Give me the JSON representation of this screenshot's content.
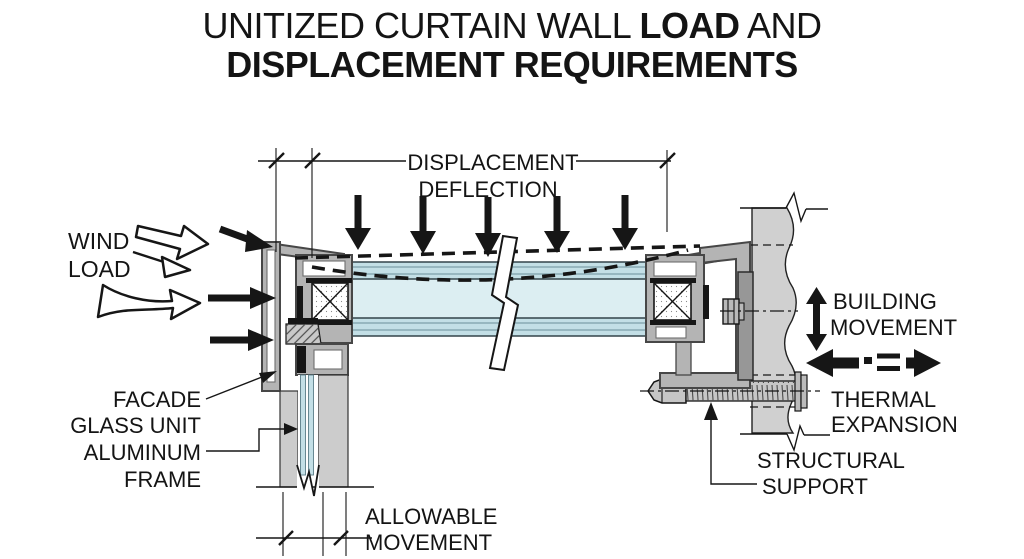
{
  "title": {
    "line1_pre": "UNITIZED CURTAIN WALL",
    "line1_bold": "LOAD",
    "line1_post": "AND",
    "line2": "DISPLACEMENT REQUIREMENTS"
  },
  "labels": {
    "displacement_deflection": [
      "DISPLACEMENT",
      "DEFLECTION"
    ],
    "wind_load": [
      "WIND",
      "LOAD"
    ],
    "building_movement": [
      "BUILDING",
      "MOVEMENT"
    ],
    "thermal_expansion": [
      "THERMAL",
      "EXPANSION"
    ],
    "structural_support": [
      "STRUCTURAL",
      "SUPPORT"
    ],
    "facade_glass_unit": [
      "FACADE",
      "GLASS UNIT",
      "ALUMINUM",
      "FRAME"
    ],
    "allowable_movement": [
      "ALLOWABLE",
      "MOVEMENT"
    ]
  },
  "colors": {
    "line": "#161616",
    "aluminum": "#b4b4b4",
    "aluminum_dark": "#474747",
    "concrete": "#d0d0d0",
    "glass_band": "#c3dfe6",
    "glass_light": "#dceef2",
    "background": "#ffffff"
  }
}
